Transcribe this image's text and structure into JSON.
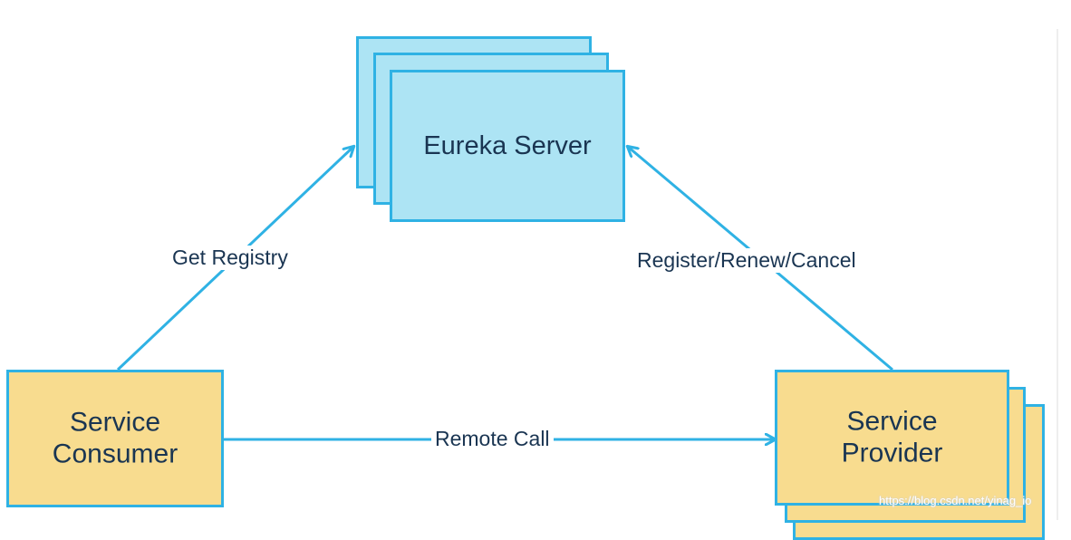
{
  "nodes": {
    "eureka_server": {
      "label": "Eureka Server"
    },
    "service_consumer": {
      "label": "Service\nConsumer"
    },
    "service_provider": {
      "label": "Service\nProvider"
    }
  },
  "edges": {
    "get_registry": {
      "label": "Get Registry",
      "from": "service_consumer",
      "to": "eureka_server"
    },
    "register_renew_cancel": {
      "label": "Register/Renew/Cancel",
      "from": "service_provider",
      "to": "eureka_server"
    },
    "remote_call": {
      "label": "Remote Call",
      "from": "service_consumer",
      "to": "service_provider"
    }
  },
  "watermark": {
    "text": "https://blog.csdn.net/yinag_io"
  },
  "colors": {
    "server_fill": "#ade4f4",
    "service_fill": "#f8dc8f",
    "border": "#2fb2e4",
    "arrow": "#2fb2e4",
    "text": "#1a3552"
  }
}
